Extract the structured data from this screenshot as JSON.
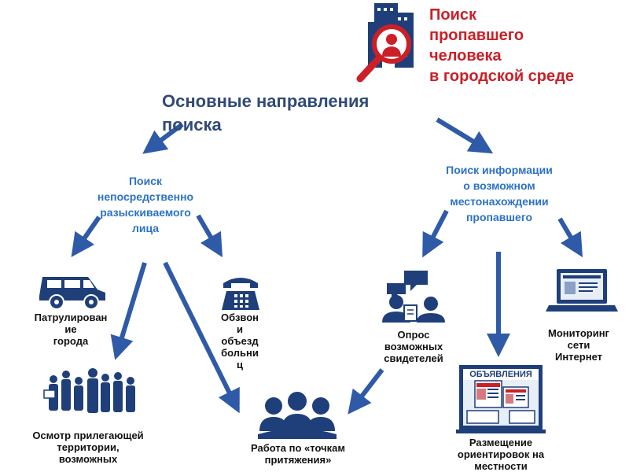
{
  "title_lines": [
    "Поиск",
    "пропавшего",
    "человека",
    "в городской среде"
  ],
  "heading_lines": [
    "Основные направления",
    "поиска"
  ],
  "branches": {
    "left": [
      "Поиск",
      "непосредственно",
      "разыскиваемого",
      "лица"
    ],
    "right": [
      "Поиск информации",
      "о возможном",
      "местонахождении",
      "пропавшего"
    ]
  },
  "leaves": {
    "patrol": [
      "Патрулирован",
      "ие",
      "города"
    ],
    "calls": [
      "Обзвон",
      "и",
      "объезд",
      "больни",
      "ц"
    ],
    "inspection": [
      "Осмотр прилегающей",
      "территории,",
      "возможных"
    ],
    "hotspots": [
      "Работа по «точкам",
      "притяжения»"
    ],
    "survey": [
      "Опрос",
      "возможных",
      "свидетелей"
    ],
    "posting": [
      "Размещение",
      "ориентировок на",
      "местности"
    ],
    "internet": [
      "Мониторинг",
      "сети",
      "Интернет"
    ]
  },
  "board_label": "ОБЪЯВЛЕНИЯ",
  "colors": {
    "accent_red": "#cc1f27",
    "navy": "#1f3f7a",
    "arrow_blue": "#2f5aa8",
    "branch_blue": "#2b72c8",
    "heading": "#304a78"
  },
  "icons": {
    "emblem": "magnifier-person-icon",
    "patrol": "suv-car-icon",
    "calls": "telephone-icon",
    "inspection": "crowd-icon",
    "hotspots": "group-icon",
    "survey": "dialogue-icon",
    "posting": "notice-board-icon",
    "internet": "laptop-icon"
  }
}
